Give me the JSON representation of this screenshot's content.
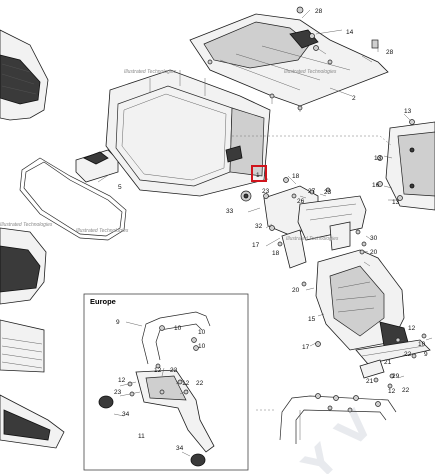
{
  "watermark_text": "Illustrated Technologies",
  "inset": {
    "title": "Europe"
  },
  "callouts": {
    "c1": "1",
    "c2": "2",
    "c5": "5",
    "c9": "9",
    "c10": "10",
    "c11": "11",
    "c12": "12",
    "c13": "13",
    "c14": "14",
    "c15": "15",
    "c16": "16",
    "c17": "17",
    "c18": "18",
    "c20": "20",
    "c21": "21",
    "c22": "22",
    "c23": "23",
    "c26": "26",
    "c27": "27",
    "c28": "28",
    "c29": "29",
    "c30": "30",
    "c32": "32",
    "c33": "33",
    "c34": "34"
  },
  "colors": {
    "highlight_box": "#d0141c",
    "ink": "#1e1e1e",
    "watermark": "#8a8a8a"
  }
}
